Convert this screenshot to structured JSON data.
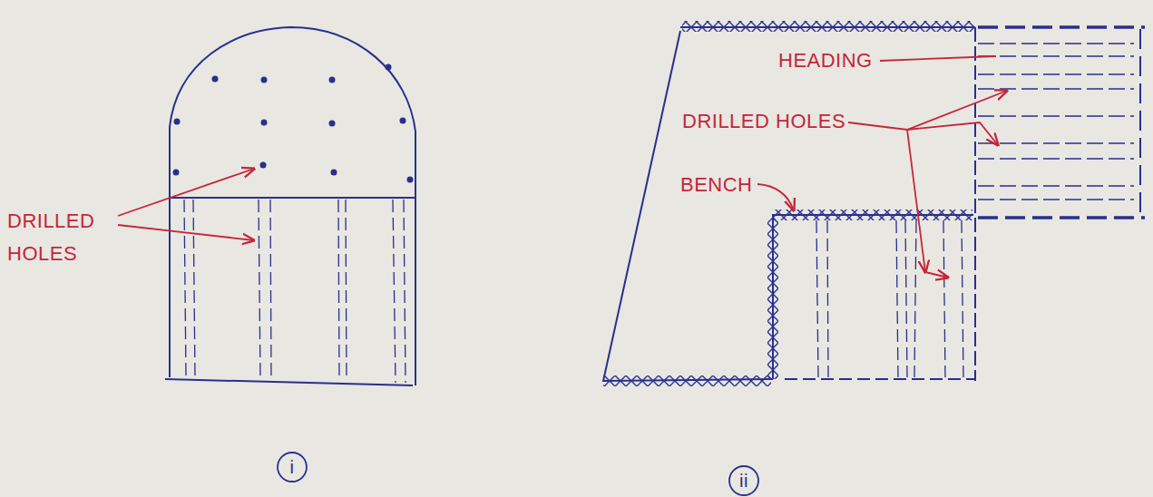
{
  "diagram": {
    "labels": [
      "DRILLED HOLES",
      "HEADING",
      "DRILLED HOLES",
      "BENCH",
      "i",
      "ii"
    ]
  }
}
